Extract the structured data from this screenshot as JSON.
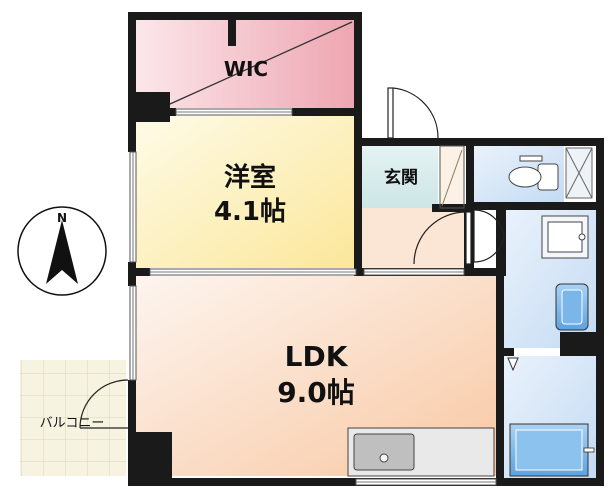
{
  "compass": {
    "north_label": "N"
  },
  "rooms": {
    "wic": {
      "label": "WIC"
    },
    "western_room": {
      "name": "洋室",
      "size": "4.1帖"
    },
    "entrance": {
      "label": "玄関"
    },
    "ldk": {
      "name": "LDK",
      "size": "9.0帖"
    },
    "balcony": {
      "label": "バルコニー"
    }
  },
  "colors": {
    "wic_fill": "#f5cdd4",
    "western_fill": "#fdf1c4",
    "ldk_fill": "#fbe0cc",
    "entrance_fill": "#d9ecec",
    "wet_area_fill": "#d6e6f8",
    "fixture_blue": "#7db6ea",
    "wall": "#1a1a1a",
    "balcony_fill": "#f5f0dc"
  }
}
